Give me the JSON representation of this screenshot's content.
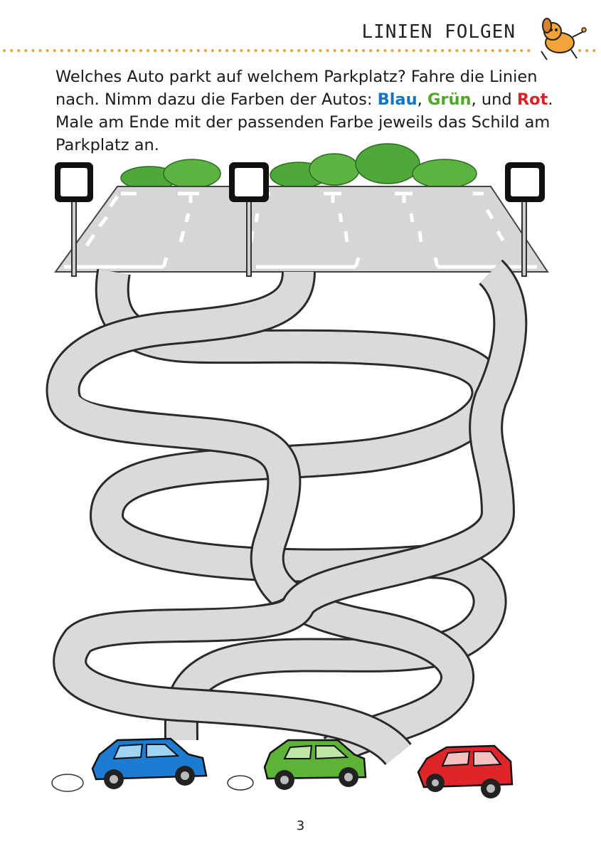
{
  "header": {
    "title": "LINIEN FOLGEN"
  },
  "instructions": {
    "part1": "Welches Auto parkt auf welchem Parkplatz? Fahre die Linien nach. Nimm dazu die Farben der Autos: ",
    "color1": "Blau",
    "sep1": ", ",
    "color2": "Grün",
    "sep2": ", und ",
    "color3": "Rot",
    "part2": ". Male am Ende mit der passenden Farbe jeweils das Schild am Parkplatz an."
  },
  "colors": {
    "accent_dots": "#f0a030",
    "blue_car": "#1d7bd1",
    "green_car": "#5cb335",
    "red_car": "#e0252a",
    "road": "#d9d9d9",
    "bushes": "#4ea83a"
  },
  "cars": [
    {
      "name": "blue-car",
      "color": "#1d7bd1"
    },
    {
      "name": "green-car",
      "color": "#5cb335"
    },
    {
      "name": "red-car",
      "color": "#e0252a"
    }
  ],
  "page_number": "3"
}
